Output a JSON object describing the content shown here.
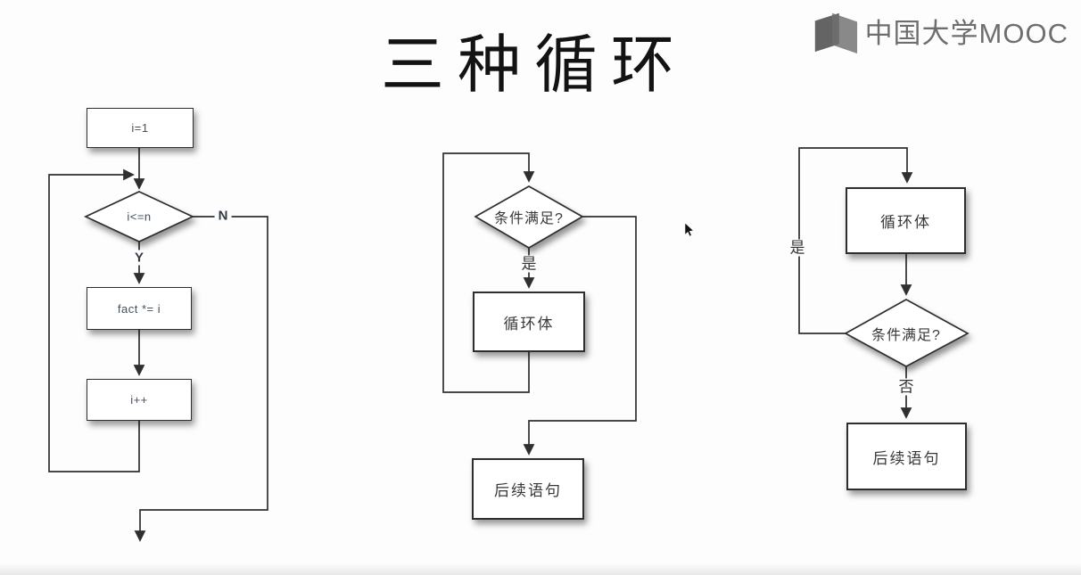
{
  "title": "三种循环",
  "logo": {
    "text": "中国大学MOOC",
    "icon": "open-book-logo-icon",
    "color": "#6e6e6e"
  },
  "flowcharts": {
    "for_loop": {
      "init": "i=1",
      "condition": "i<=n",
      "branch_no": "N",
      "branch_yes": "Y",
      "body": "fact *= i",
      "increment": "i++"
    },
    "while_loop": {
      "condition": "条件满足?",
      "branch_yes": "是",
      "body": "循环体",
      "next": "后续语句"
    },
    "do_while_loop": {
      "body": "循环体",
      "condition": "条件满足?",
      "branch_yes": "是",
      "branch_no": "否",
      "next": "后续语句"
    }
  },
  "cursor": {
    "icon": "mouse-pointer"
  },
  "colors": {
    "line": "#2f2f2f",
    "title_text": "#131313",
    "box_text": "#383838",
    "latin_text": "#44505c",
    "logo_gray": "#6e6e6e",
    "background": "#fdfdfd"
  }
}
